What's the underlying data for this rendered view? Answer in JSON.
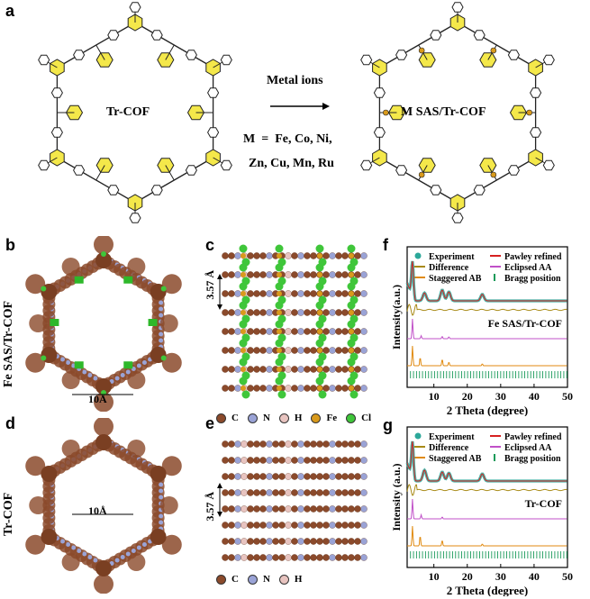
{
  "panels": {
    "a": "a",
    "b": "b",
    "c": "c",
    "d": "d",
    "e": "e",
    "f": "f",
    "g": "g"
  },
  "scheme": {
    "left_name": "Tr-COF",
    "right_name": "M SAS/Tr-COF",
    "arrow_label": "Metal ions",
    "metal_line1": "M  =  Fe, Co, Ni,",
    "metal_line2": "Zn, Cu, Mn, Ru"
  },
  "structures": {
    "b_label": "Fe SAS/Tr-COF",
    "d_label": "Tr-COF",
    "pore_size": "10Å",
    "spacing_c": "3.57 Å",
    "spacing_e": "3.57 Å",
    "legend_c": [
      {
        "sym": "C",
        "color": "#8b4a2b"
      },
      {
        "sym": "N",
        "color": "#9aa3d6"
      },
      {
        "sym": "H",
        "color": "#e8c4c0"
      },
      {
        "sym": "Fe",
        "color": "#d99a1c"
      },
      {
        "sym": "Cl",
        "color": "#3fc63a"
      }
    ],
    "legend_e": [
      {
        "sym": "C",
        "color": "#8b4a2b"
      },
      {
        "sym": "N",
        "color": "#9aa3d6"
      },
      {
        "sym": "H",
        "color": "#e8c4c0"
      }
    ]
  },
  "colors": {
    "experiment": "#2ca89a",
    "pawley": "#d62020",
    "difference": "#a88a16",
    "eclipsed": "#c050c8",
    "staggered": "#e08a10",
    "bragg": "#1a9a5a"
  },
  "chart_data": [
    {
      "type": "line",
      "panel": "f",
      "sample_label": "Fe SAS/Tr-COF",
      "xlabel": "2 Theta (degree)",
      "ylabel": "Intensity(a.u.)",
      "xlim": [
        2,
        50
      ],
      "xticks": [
        10,
        20,
        30,
        40,
        50
      ],
      "legend": [
        "Experiment",
        "Pawley refined",
        "Difference",
        "Eclipsed AA",
        "Staggered AB",
        "Bragg position"
      ],
      "peaks_experiment": [
        [
          3.6,
          1.0
        ],
        [
          7.2,
          0.22
        ],
        [
          12.5,
          0.3
        ],
        [
          14.5,
          0.25
        ],
        [
          24.5,
          0.18
        ]
      ],
      "eclipsed_peaks": [
        [
          3.6,
          1.0
        ],
        [
          6.2,
          0.15
        ],
        [
          12.5,
          0.12
        ],
        [
          14.5,
          0.1
        ]
      ],
      "staggered_peaks": [
        [
          3.6,
          1.0
        ],
        [
          5.9,
          0.45
        ],
        [
          12.5,
          0.35
        ],
        [
          14.5,
          0.2
        ],
        [
          24.5,
          0.1
        ]
      ]
    },
    {
      "type": "line",
      "panel": "g",
      "sample_label": "Tr-COF",
      "xlabel": "2 Theta (degree)",
      "ylabel": "Intensity (a.u.)",
      "xlim": [
        2,
        50
      ],
      "xticks": [
        10,
        20,
        30,
        40,
        50
      ],
      "legend": [
        "Experiment",
        "Pawley refined",
        "Difference",
        "Eclipsed AA",
        "Staggered AB",
        "Bragg position"
      ],
      "peaks_experiment": [
        [
          3.6,
          1.0
        ],
        [
          7.2,
          0.3
        ],
        [
          12.5,
          0.25
        ],
        [
          14.5,
          0.22
        ],
        [
          24.5,
          0.2
        ]
      ],
      "eclipsed_peaks": [
        [
          3.6,
          1.0
        ],
        [
          6.2,
          0.2
        ],
        [
          12.5,
          0.1
        ]
      ],
      "staggered_peaks": [
        [
          3.6,
          1.0
        ],
        [
          5.9,
          0.55
        ],
        [
          12.5,
          0.3
        ],
        [
          24.5,
          0.1
        ]
      ]
    }
  ]
}
